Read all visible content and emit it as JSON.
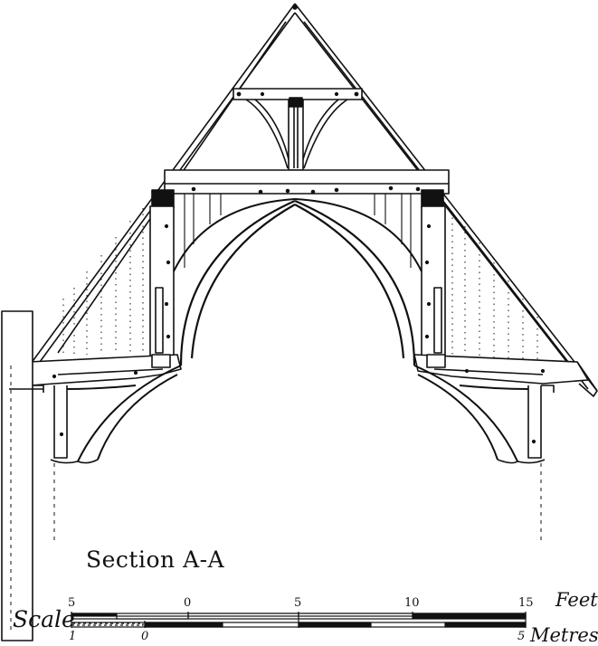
{
  "section_title": "Section A-A",
  "scale": {
    "label": "Scale",
    "feet_unit": "Feet",
    "metres_unit": "Metres",
    "feet_ticks": [
      "5",
      "0",
      "5",
      "10",
      "15"
    ],
    "metre_ticks": [
      "1",
      "0",
      "5"
    ]
  },
  "colors": {
    "ink": "#111111",
    "paper": "#ffffff"
  }
}
